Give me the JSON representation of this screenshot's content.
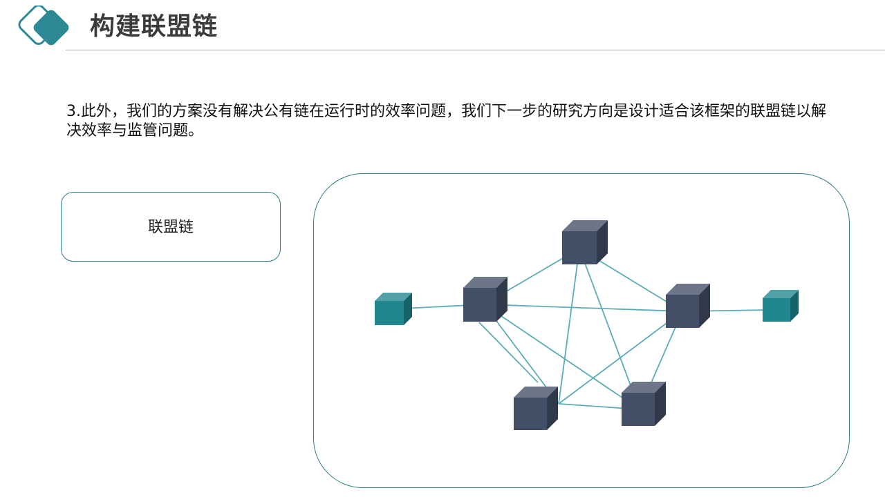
{
  "header": {
    "title": "构建联盟链"
  },
  "content": {
    "paragraph": "3.此外，我们的方案没有解决公有链在运行时的效率问题，我们下一步的研究方向是设计适合该框架的联盟链以解决效率与监管问题。"
  },
  "label_box": {
    "text": "联盟链"
  },
  "colors": {
    "accent": "#2b8a94",
    "node_dark": "#434f66",
    "node_teal": "#21878f",
    "link": "#5aacb4",
    "title": "#3b3b3b"
  },
  "diagram": {
    "nodes": [
      {
        "id": "top",
        "type": "dark"
      },
      {
        "id": "left",
        "type": "dark"
      },
      {
        "id": "right",
        "type": "dark"
      },
      {
        "id": "bottom-left",
        "type": "dark"
      },
      {
        "id": "bottom-right",
        "type": "dark"
      },
      {
        "id": "teal-left",
        "type": "teal"
      },
      {
        "id": "teal-right",
        "type": "teal"
      }
    ],
    "links": [
      [
        "top",
        "left"
      ],
      [
        "top",
        "right"
      ],
      [
        "top",
        "bottom-left"
      ],
      [
        "top",
        "bottom-right"
      ],
      [
        "left",
        "right"
      ],
      [
        "left",
        "bottom-right"
      ],
      [
        "left",
        "bottom-left"
      ],
      [
        "right",
        "bottom-left"
      ],
      [
        "right",
        "bottom-right"
      ],
      [
        "bottom-left",
        "bottom-right"
      ],
      [
        "teal-left",
        "left"
      ],
      [
        "right",
        "teal-right"
      ]
    ]
  }
}
